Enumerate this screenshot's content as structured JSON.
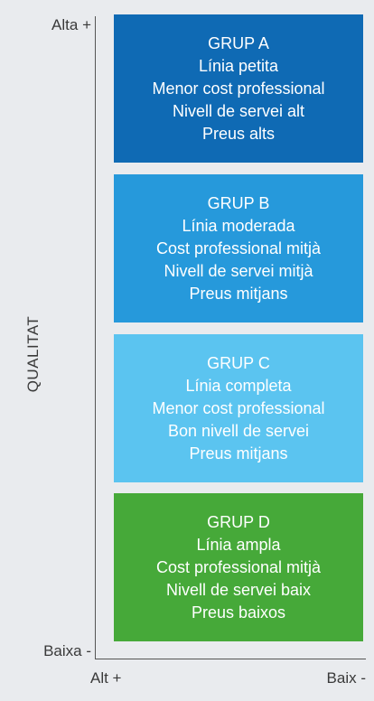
{
  "axes": {
    "y_title": "QUALITAT",
    "y_top": "Alta +",
    "y_bottom": "Baixa -",
    "x_left": "Alt +",
    "x_right": "Baix -"
  },
  "groups": [
    {
      "title": "GRUP A",
      "lines": [
        "Línia petita",
        "Menor cost professional",
        "Nivell de servei alt",
        "Preus alts"
      ],
      "color": "#0f6ab4"
    },
    {
      "title": "GRUP B",
      "lines": [
        "Línia moderada",
        "Cost professional mitjà",
        "Nivell de servei mitjà",
        "Preus mitjans"
      ],
      "color": "#2699db"
    },
    {
      "title": "GRUP C",
      "lines": [
        "Línia completa",
        "Menor cost professional",
        "Bon nivell de servei",
        "Preus mitjans"
      ],
      "color": "#5bc4f0"
    },
    {
      "title": "GRUP D",
      "lines": [
        "Línia ampla",
        "Cost professional mitjà",
        "Nivell de servei baix",
        "Preus baixos"
      ],
      "color": "#46a939"
    }
  ]
}
